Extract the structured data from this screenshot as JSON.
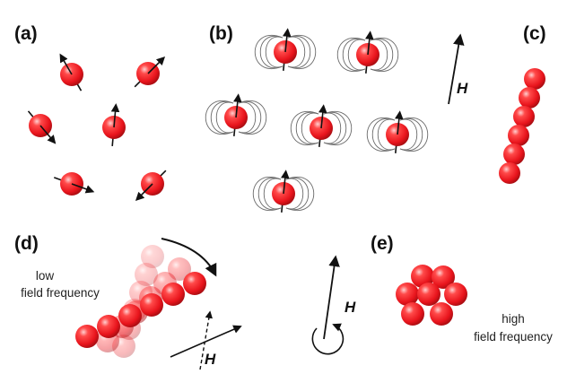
{
  "panels": {
    "a": {
      "label": "(a)"
    },
    "b": {
      "label": "(b)",
      "field_symbol": "H"
    },
    "c": {
      "label": "(c)"
    },
    "d": {
      "label": "(d)",
      "caption_line1": "low",
      "caption_line2": "field frequency",
      "field_symbol": "H"
    },
    "e": {
      "label": "(e)",
      "caption_line1": "high",
      "caption_line2": "field frequency",
      "field_symbol": "H"
    }
  },
  "colors": {
    "particle": "#e8141c",
    "particle_highlight": "#ff9a9a",
    "particle_dark": "#9c0c10",
    "arrow": "#111111",
    "field_line": "#555555"
  }
}
